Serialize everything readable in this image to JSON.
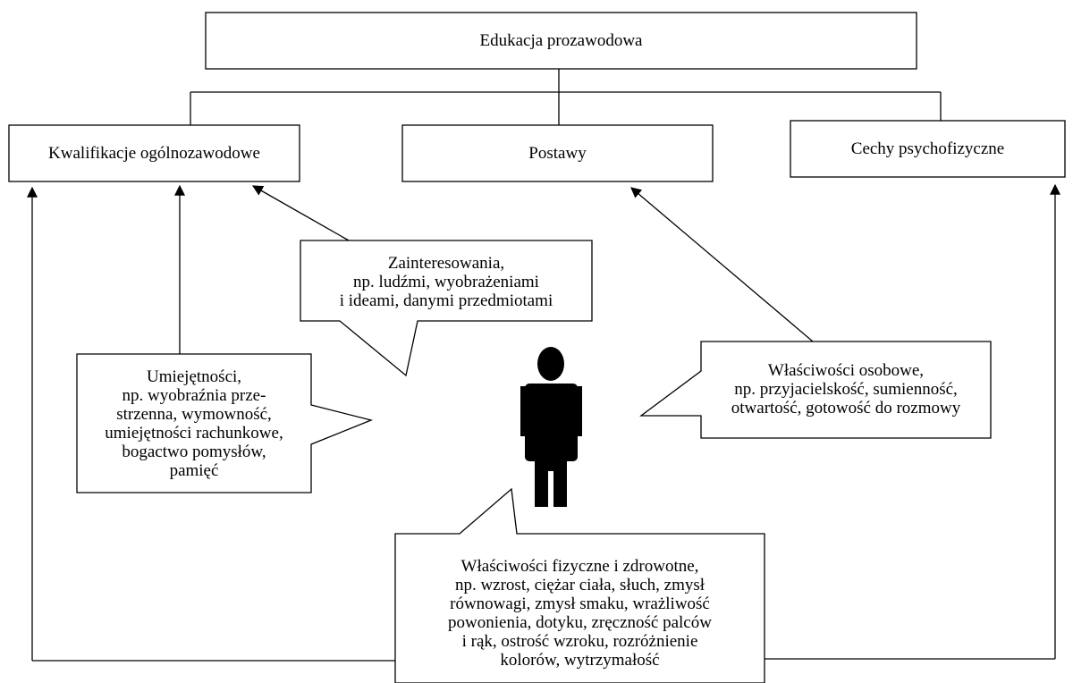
{
  "title": "Edukacja prozawodowa",
  "categories": {
    "left": "Kwalifikacje ogólnozawodowe",
    "middle": "Postawy",
    "right": "Cechy psychofizyczne"
  },
  "callouts": {
    "interests": [
      "Zainteresowania,",
      "np. ludźmi, wyobrażeniami",
      "i ideami, danymi przedmiotami"
    ],
    "skills": [
      "Umiejętności,",
      "np. wyobraźnia prze-",
      "strzenna, wymowność,",
      "umiejętności rachunkowe,",
      "bogactwo pomysłów,",
      "pamięć"
    ],
    "personality": [
      "Właściwości osobowe,",
      "np. przyjacielskość, sumienność,",
      "otwartość, gotowość do rozmowy"
    ],
    "physical": [
      "Właściwości fizyczne i zdrowotne,",
      "np. wzrost, ciężar ciała, słuch, zmysł",
      "równowagi, zmysł smaku, wrażliwość",
      "powonienia, dotyku, zręczność palców",
      "i rąk, ostrość wzroku, rozróżnienie",
      "kolorów, wytrzymałość"
    ]
  },
  "icons": {
    "person": "person-silhouette-icon"
  }
}
